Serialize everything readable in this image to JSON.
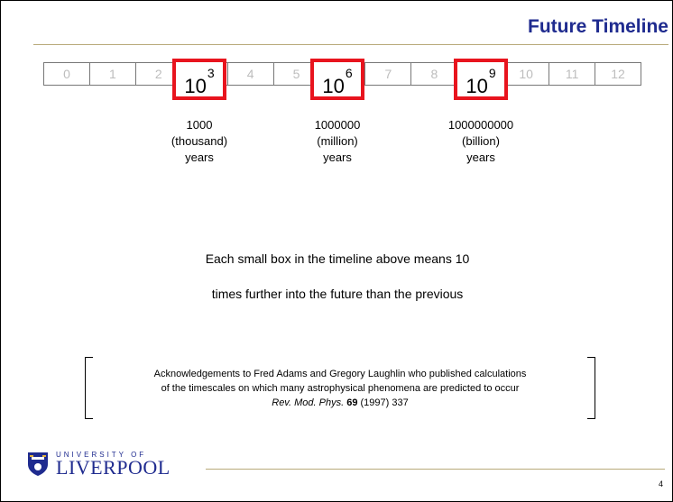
{
  "slide": {
    "title": "Future Timeline",
    "page_number": "4"
  },
  "timeline": {
    "cells": [
      "0",
      "1",
      "2",
      "3",
      "4",
      "5",
      "6",
      "7",
      "8",
      "9",
      "10",
      "11",
      "12"
    ],
    "highlights": [
      {
        "base": "10",
        "exponent": "3",
        "number": "1000",
        "word": "(thousand)",
        "unit": "years"
      },
      {
        "base": "10",
        "exponent": "6",
        "number": "1000000",
        "word": "(million)",
        "unit": "years"
      },
      {
        "base": "10",
        "exponent": "9",
        "number": "1000000000",
        "word": "(billion)",
        "unit": "years"
      }
    ]
  },
  "explanation": {
    "line1": "Each small box in the timeline above means 10",
    "line2": "times further into the future than the previous"
  },
  "acknowledgement": {
    "line1": "Acknowledgements to Fred Adams and Gregory Laughlin who published calculations",
    "line2": "of the timescales on which many astrophysical phenomena are predicted to occur",
    "journal": "Rev. Mod. Phys.",
    "volume": "69",
    "year_page": "(1997) 337"
  },
  "logo": {
    "university_of": "UNIVERSITY OF",
    "name": "LIVERPOOL"
  },
  "colors": {
    "title": "#1f2b8f",
    "highlight_border": "#e8141e",
    "rule": "#b8aa7a"
  }
}
